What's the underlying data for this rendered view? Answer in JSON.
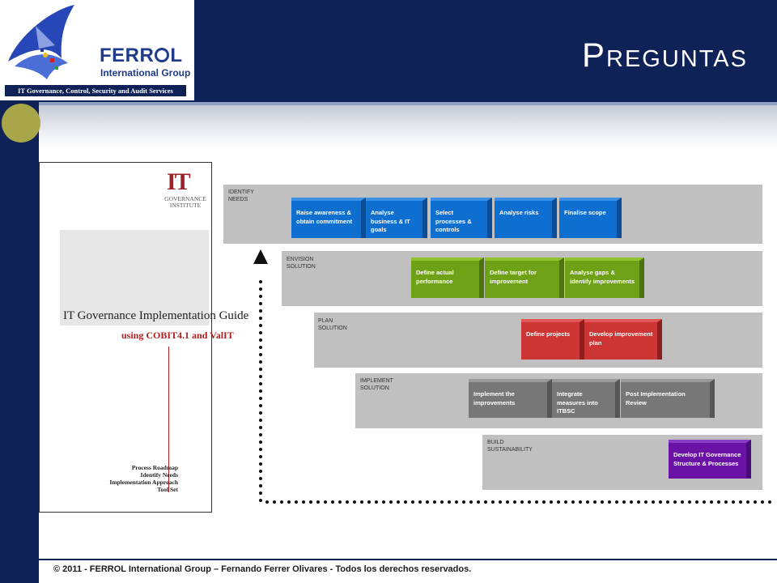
{
  "page": {
    "title": "Preguntas",
    "footer": "© 2011 - FERROL International Group – Fernando Ferrer Olivares - Todos los derechos reservados."
  },
  "logo": {
    "brand": "FERR",
    "brand_end": "L",
    "subtitle": "International Group",
    "tagline": "IT Governance, Control, Security and Audit Services",
    "colors": {
      "primary": "#1f3b8a",
      "band": "#0f2257"
    }
  },
  "guide": {
    "title": "IT Governance Implementation Guide",
    "using": "using COBIT4.1 and ValIT",
    "institute_mark": "IT",
    "institute_text_1": "GOVERNANCE",
    "institute_text_2": "INSTITUTE",
    "list": [
      "Process Roadmap",
      "Identify Needs",
      "Implementation Approach",
      "Tool Set"
    ]
  },
  "phases": [
    {
      "label_1": "IDENTIFY",
      "label_2": "NEEDS",
      "color": "#0e6fd1",
      "steps": [
        "Raise awareness & obtain commitment",
        "Analyse business & IT goals",
        "Select processes & controls",
        "Analyse  risks",
        "Finalise scope"
      ]
    },
    {
      "label_1": "ENVISION",
      "label_2": "SOLUTION",
      "color": "#6fa117",
      "steps": [
        "Define actual performance",
        "Define target for improvement",
        "Analyse gaps & identify improvements"
      ]
    },
    {
      "label_1": "PLAN",
      "label_2": "SOLUTION",
      "color": "#cd3434",
      "steps": [
        "Define projects",
        "Develop improvement plan"
      ]
    },
    {
      "label_1": "IMPLEMENT",
      "label_2": "SOLUTION",
      "color": "#777777",
      "steps": [
        "Implement the improvements",
        "Integrate measures into ITBSC",
        "Post Implementation Review"
      ]
    },
    {
      "label_1": "BUILD",
      "label_2": "SUSTAINABILITY",
      "color": "#6a12a6",
      "steps": [
        "Develop IT Governance Structure & Processes"
      ]
    }
  ]
}
